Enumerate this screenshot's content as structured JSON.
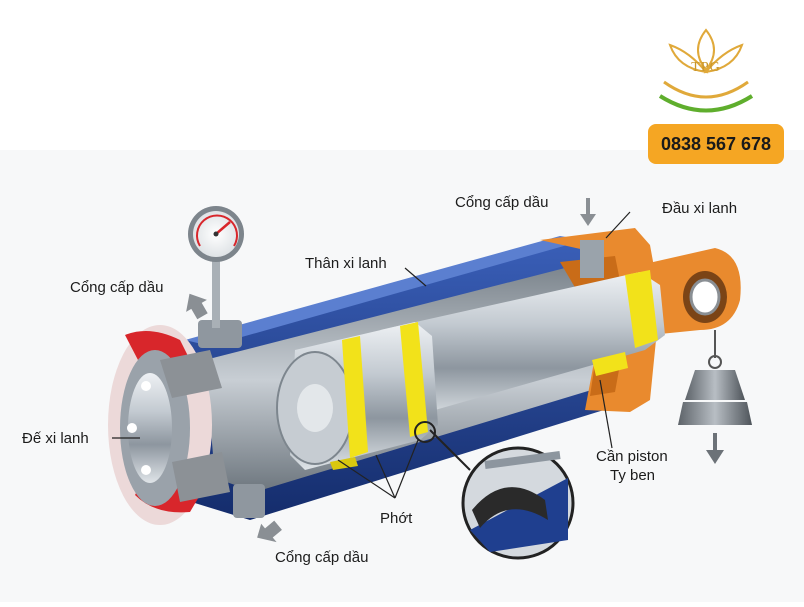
{
  "brand": {
    "logo_text": "TPG",
    "phone": "0838 567 678",
    "colors": {
      "gold": "#e0a93a",
      "green": "#5fae2d",
      "phone_bg": "#f5a623"
    }
  },
  "labels": {
    "port_top_right": "Cổng cấp dầu",
    "cylinder_head": "Đầu xi lanh",
    "cylinder_body": "Thân xi lanh",
    "port_left": "Cổng cấp dầu",
    "cylinder_base": "Đế xi lanh",
    "piston_rod_line1": "Cần piston",
    "piston_rod_line2": "Ty ben",
    "seals": "Phớt",
    "port_bottom": "Cổng cấp dầu"
  },
  "colors": {
    "body_blue": "#1f3f8f",
    "base_red": "#d8262b",
    "head_orange": "#e98a2e",
    "seal_yellow": "#f2e21a",
    "steel": "#b9c1c9"
  }
}
